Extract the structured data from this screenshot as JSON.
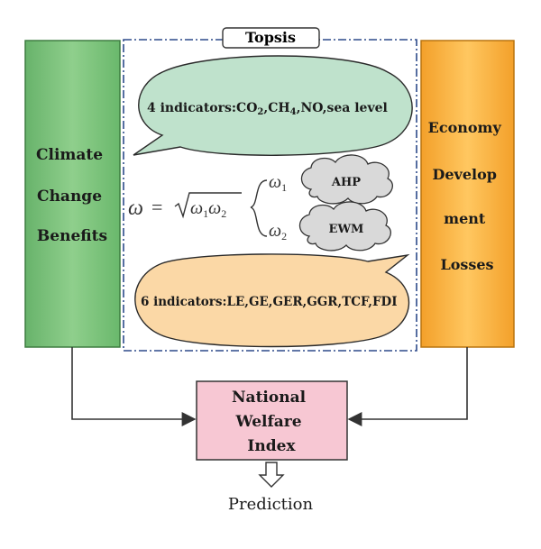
{
  "diagram": {
    "topsis_label": "Topsis",
    "left_box": {
      "lines": [
        "Climate",
        "Change",
        "Benefits"
      ],
      "fill": "#7fc47f"
    },
    "right_box": {
      "lines": [
        "Economy",
        "Develop",
        "ment",
        "Losses"
      ],
      "fill": "#f5a531"
    },
    "top_bubble": {
      "prefix": "4 indicators:CO",
      "sub1": "2",
      "mid1": ",CH",
      "sub2": "4",
      "suffix": ",NO,sea level",
      "fill": "#bfe2cc"
    },
    "bottom_bubble": {
      "text": "6 indicators:LE,GE,GER,GGR,TCF,FDI",
      "fill": "#fbd8a6"
    },
    "formula": {
      "omega": "ω",
      "equals": "=",
      "w1": "ω",
      "w1_sub": "1",
      "w2": "ω",
      "w2_sub": "2"
    },
    "cloud_ahp": "AHP",
    "cloud_ewm": "EWM",
    "nwi_box": {
      "lines": [
        "National",
        "Welfare",
        "Index"
      ],
      "fill": "#f7c7d3"
    },
    "prediction": "Prediction",
    "colors": {
      "dash_border": "#2d4a8a",
      "arrow": "#333333",
      "cloud": "#d9d9d9"
    }
  }
}
